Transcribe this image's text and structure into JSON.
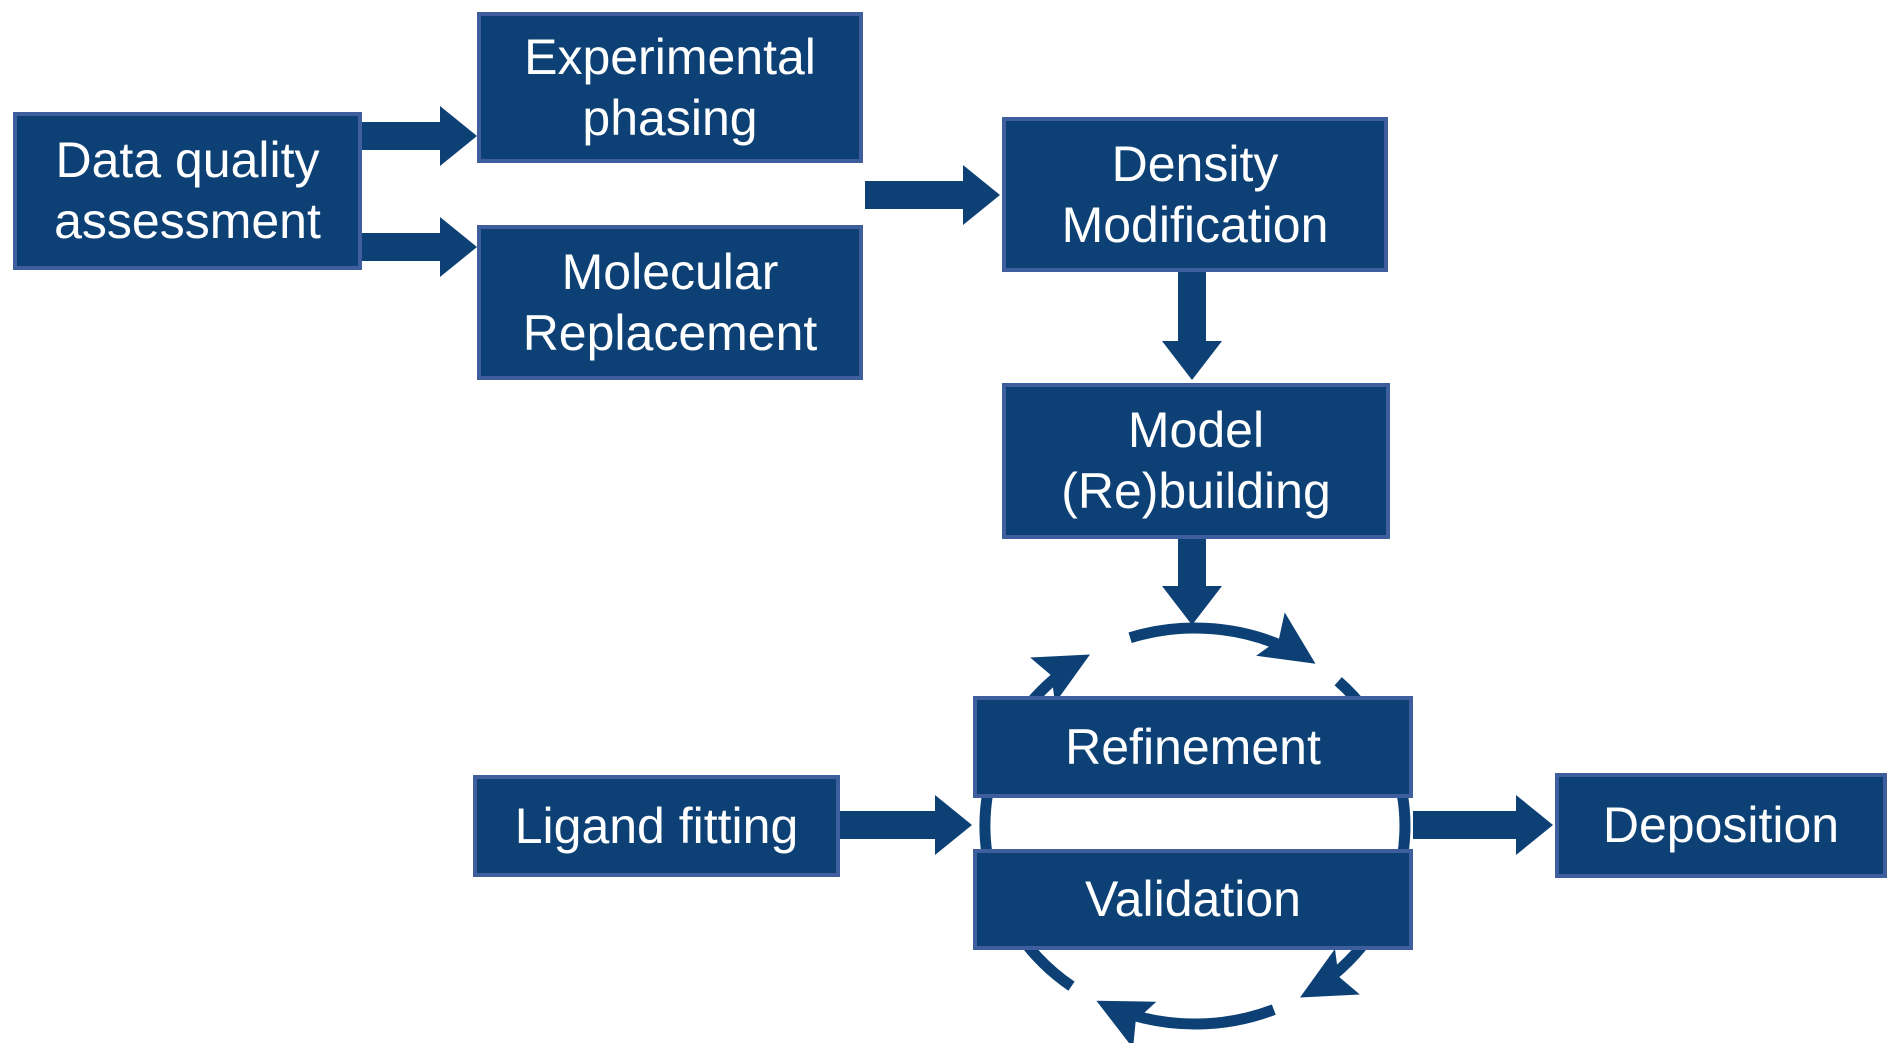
{
  "diagram": {
    "background": "#ffffff",
    "colors": {
      "node_fill": "#0d4176",
      "node_border": "#3e5e9e",
      "arrow_fill": "#0d4176",
      "text_color": "#ffffff"
    },
    "nodes": {
      "data_quality": {
        "label": "Data quality assessment",
        "lines": [
          "Data quality",
          "assessment"
        ]
      },
      "experimental_phasing": {
        "label": "Experimental phasing",
        "lines": [
          "Experimental",
          "phasing"
        ]
      },
      "molecular_replacement": {
        "label": "Molecular Replacement",
        "lines": [
          "Molecular",
          "Replacement"
        ]
      },
      "density_modification": {
        "label": "Density Modification",
        "lines": [
          "Density",
          "Modification"
        ]
      },
      "model_rebuilding": {
        "label": "Model (Re)building",
        "lines": [
          "Model",
          "(Re)building"
        ]
      },
      "refinement": {
        "label": "Refinement",
        "lines": [
          "Refinement"
        ]
      },
      "validation": {
        "label": "Validation",
        "lines": [
          "Validation"
        ]
      },
      "ligand_fitting": {
        "label": "Ligand fitting",
        "lines": [
          "Ligand fitting"
        ]
      },
      "deposition": {
        "label": "Deposition",
        "lines": [
          "Deposition"
        ]
      }
    },
    "edges": [
      {
        "from": "data_quality",
        "to": "experimental_phasing"
      },
      {
        "from": "data_quality",
        "to": "molecular_replacement"
      },
      {
        "from": "experimental_phasing + molecular_replacement",
        "to": "density_modification"
      },
      {
        "from": "density_modification",
        "to": "model_rebuilding"
      },
      {
        "from": "model_rebuilding",
        "to": "refinement_validation_cycle"
      },
      {
        "from": "ligand_fitting",
        "to": "refinement_validation_cycle"
      },
      {
        "from": "refinement_validation_cycle",
        "to": "deposition"
      }
    ],
    "cycle": {
      "members": [
        "refinement",
        "validation"
      ],
      "direction": "clockwise",
      "arrowheads": 4
    }
  }
}
